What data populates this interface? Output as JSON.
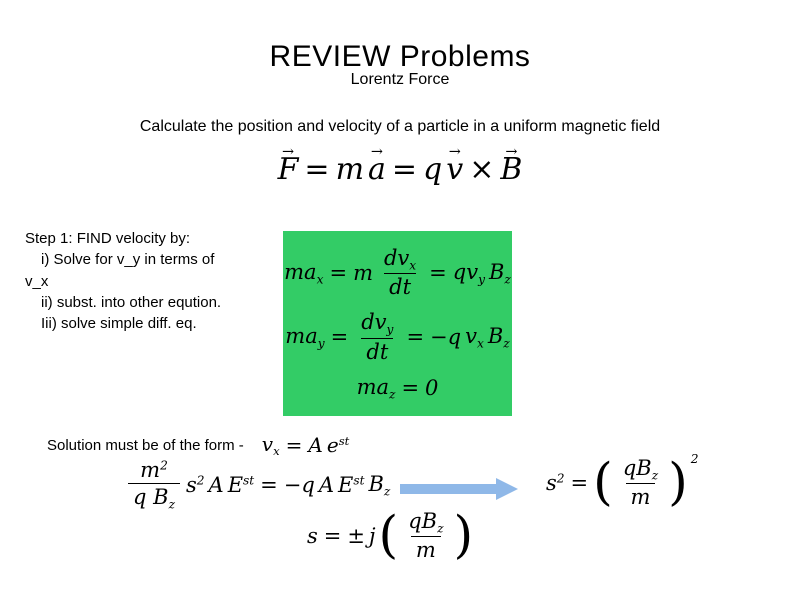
{
  "slide": {
    "title": "REVIEW Problems",
    "subtitle": "Lorentz Force",
    "prompt": "Calculate the position and velocity of a particle in a uniform magnetic field"
  },
  "lorentz": {
    "F": "F",
    "m": "m",
    "a": "a",
    "q": "q",
    "v": "v",
    "B": "B",
    "eq": "=",
    "times": "×",
    "arrow": "→"
  },
  "steps": {
    "lines": [
      "Step 1: FIND velocity by:",
      "i) Solve for v_y in terms of",
      "v_x",
      "ii) subst. into other eqution.",
      "Iii) solve simple diff. eq."
    ]
  },
  "green_box": {
    "bg_color": "#33cc66",
    "eq_x": {
      "lhs_base": "ma",
      "lhs_sub": "x",
      "eq1": "=",
      "m": "m",
      "frac": {
        "num_base": "dv",
        "num_sub": "x",
        "den": "dt"
      },
      "eq2": "=",
      "rhs1_base": "qv",
      "rhs1_sub": "y",
      "rhs2_base": "B",
      "rhs2_sub": "z"
    },
    "eq_y": {
      "lhs_base": "ma",
      "lhs_sub": "y",
      "eq1": "=",
      "frac": {
        "num_base": "dv",
        "num_sub": "y",
        "den": "dt"
      },
      "eq2": "=",
      "neg_q": "−q",
      "rhs1_base": "v",
      "rhs1_sub": "x",
      "rhs2_base": "B",
      "rhs2_sub": "z"
    },
    "eq_z": {
      "lhs_base": "ma",
      "lhs_sub": "z",
      "eq": "=",
      "zero": "0"
    }
  },
  "solution_line": {
    "label": "Solution must be of the form -",
    "vx_base": "v",
    "vx_sub": "x",
    "eq": "=",
    "A": "A",
    "e_base": "e",
    "e_sup": "st"
  },
  "big_eq": {
    "frac": {
      "num_base": "m",
      "num_sup": "2",
      "den_base": "q B",
      "den_sub": "z"
    },
    "s_base": "s",
    "s_sup": "2",
    "A1": "A",
    "E1_base": "E",
    "E1_sup": "st",
    "eq": "=",
    "neg_q": "−q",
    "A2": "A",
    "E2_base": "E",
    "E2_sup": "st",
    "B_base": "B",
    "B_sub": "z"
  },
  "arrow": {
    "color": "#8fb8e8"
  },
  "s_squared_eq": {
    "s_base": "s",
    "s_sup": "2",
    "eq": "=",
    "lparen": "(",
    "frac": {
      "num_base": "qB",
      "num_sub": "z",
      "den": "m"
    },
    "rparen": ")",
    "outer_sup": "2"
  },
  "s_eq": {
    "s": "s",
    "eq": "=",
    "pm": "±",
    "j": "j",
    "lparen": "(",
    "frac": {
      "num_base": "qB",
      "num_sub": "z",
      "den": "m"
    },
    "rparen": ")"
  }
}
